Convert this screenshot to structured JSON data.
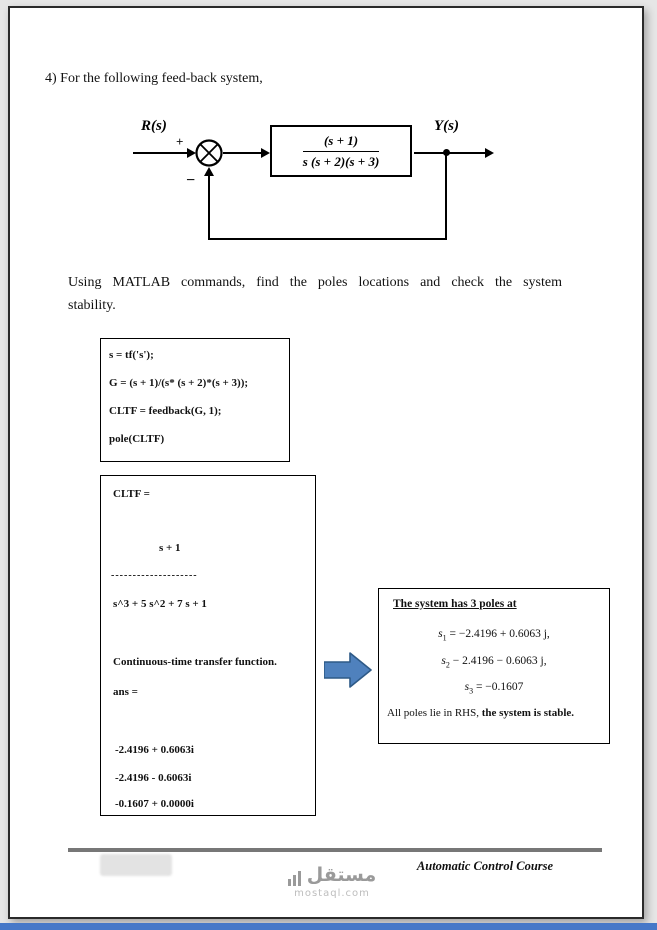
{
  "page": {
    "heading": "4) For the following feed-back system,",
    "paragraph": {
      "line1": "Using MATLAB commands, find the poles locations and check the system",
      "line2": "stability."
    },
    "footer": "Automatic Control Course"
  },
  "diagram": {
    "input_label": "R(s)",
    "output_label": "Y(s)",
    "plus": "+",
    "minus": "−",
    "tf_numerator": "(s + 1)",
    "tf_denominator": "s (s + 2)(s + 3)"
  },
  "matlab_code": {
    "lines": [
      "s = tf('s');",
      "G = (s + 1)/(s* (s + 2)*(s + 3));",
      "CLTF = feedback(G, 1);",
      "pole(CLTF)"
    ]
  },
  "matlab_output": {
    "cltf_label": "CLTF =",
    "numerator": "s + 1",
    "divider": "--------------------",
    "denominator": "s^3 + 5 s^2 + 7 s + 1",
    "continuous_line": "Continuous-time transfer function.",
    "ans_label": "ans =",
    "poles": [
      "-2.4196 + 0.6063i",
      "-2.4196 - 0.6063i",
      "-0.1607 + 0.0000i"
    ]
  },
  "result": {
    "title": "The system has 3 poles at",
    "poles": [
      {
        "var": "s",
        "sub": "1",
        "rest": " = −2.4196  +  0.6063 j,"
      },
      {
        "var": "s",
        "sub": "2",
        "rest": " − 2.4196 −  0.6063 j,"
      },
      {
        "var": "s",
        "sub": "3",
        "rest": " = −0.1607"
      }
    ],
    "conclusion_normal": "All poles lie in RHS, ",
    "conclusion_bold": "the system is stable."
  },
  "watermark": {
    "name": "مستقل",
    "domain": "mostaql.com"
  },
  "colors": {
    "arrow_fill": "#4f81bd",
    "arrow_stroke": "#2e5a87",
    "footer_rule": "#777777",
    "bottom_bar": "#4678c8"
  }
}
